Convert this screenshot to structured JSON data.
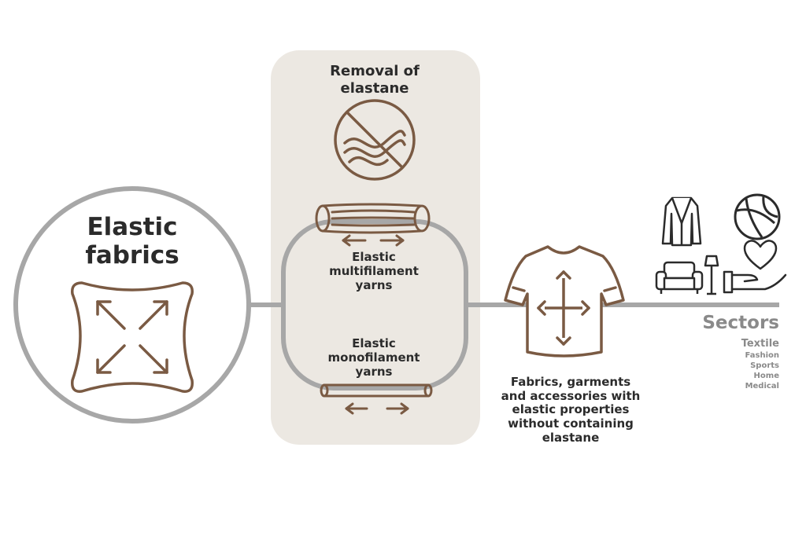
{
  "main": {
    "title_line1": "Elastic",
    "title_line2": "fabrics"
  },
  "process": {
    "title_line1": "Removal of",
    "title_line2": "elastane",
    "multifilament": [
      "Elastic",
      "multifilament",
      "yarns"
    ],
    "monofilament": [
      "Elastic",
      "monofilament",
      "yarns"
    ]
  },
  "result": {
    "lines": [
      "Fabrics, garments",
      "and accessories with",
      "elastic properties",
      "without containing",
      "elastane"
    ]
  },
  "sectors": {
    "title": "Sectors",
    "items": [
      "Textile",
      "Fashion",
      "Sports",
      "Home",
      "Medical"
    ]
  },
  "icons": {
    "fabric": "stretch-fabric-icon",
    "no_elastane": "no-elastane-icon",
    "multifilament": "multifilament-yarn-icon",
    "monofilament": "monofilament-yarn-icon",
    "garment": "tshirt-icon",
    "fashion": "jacket-icon",
    "sports": "ball-icon",
    "home": "armchair-lamp-icon",
    "medical": "heart-hand-icon"
  },
  "colors": {
    "brown": "#7a5a43",
    "gray_line": "#a7a7a7",
    "panel": "#ece8e2",
    "text_dark": "#2b2b2b",
    "text_gray": "#8a8a8a"
  }
}
